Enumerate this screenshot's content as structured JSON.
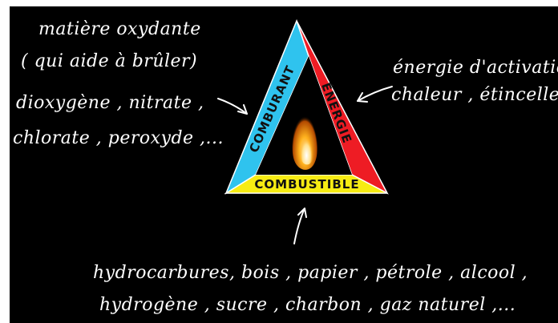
{
  "oxidant": {
    "line1": "matière oxydante",
    "line2": "( qui aide à brûler)",
    "line3": "dioxygène , nitrate ,",
    "line4": "chlorate , peroxyde ,..."
  },
  "activation": {
    "line1": "énergie d'activation",
    "line2": "chaleur , étincelle"
  },
  "fuel": {
    "line1": "hydrocarbures, bois , papier , pétrole , alcool ,",
    "line2": "hydrogène , sucre , charbon , gaz naturel ,..."
  },
  "triangle": {
    "left_label": "COMBURANT",
    "right_label": "ÉNERGIE",
    "bottom_label": "COMBUSTIBLE",
    "colors": {
      "left": "#2fc3ee",
      "right": "#ee1c24",
      "bottom": "#f7ec13",
      "inner": "#000000"
    }
  },
  "icons": [
    "flame-icon",
    "arrow-icon"
  ]
}
